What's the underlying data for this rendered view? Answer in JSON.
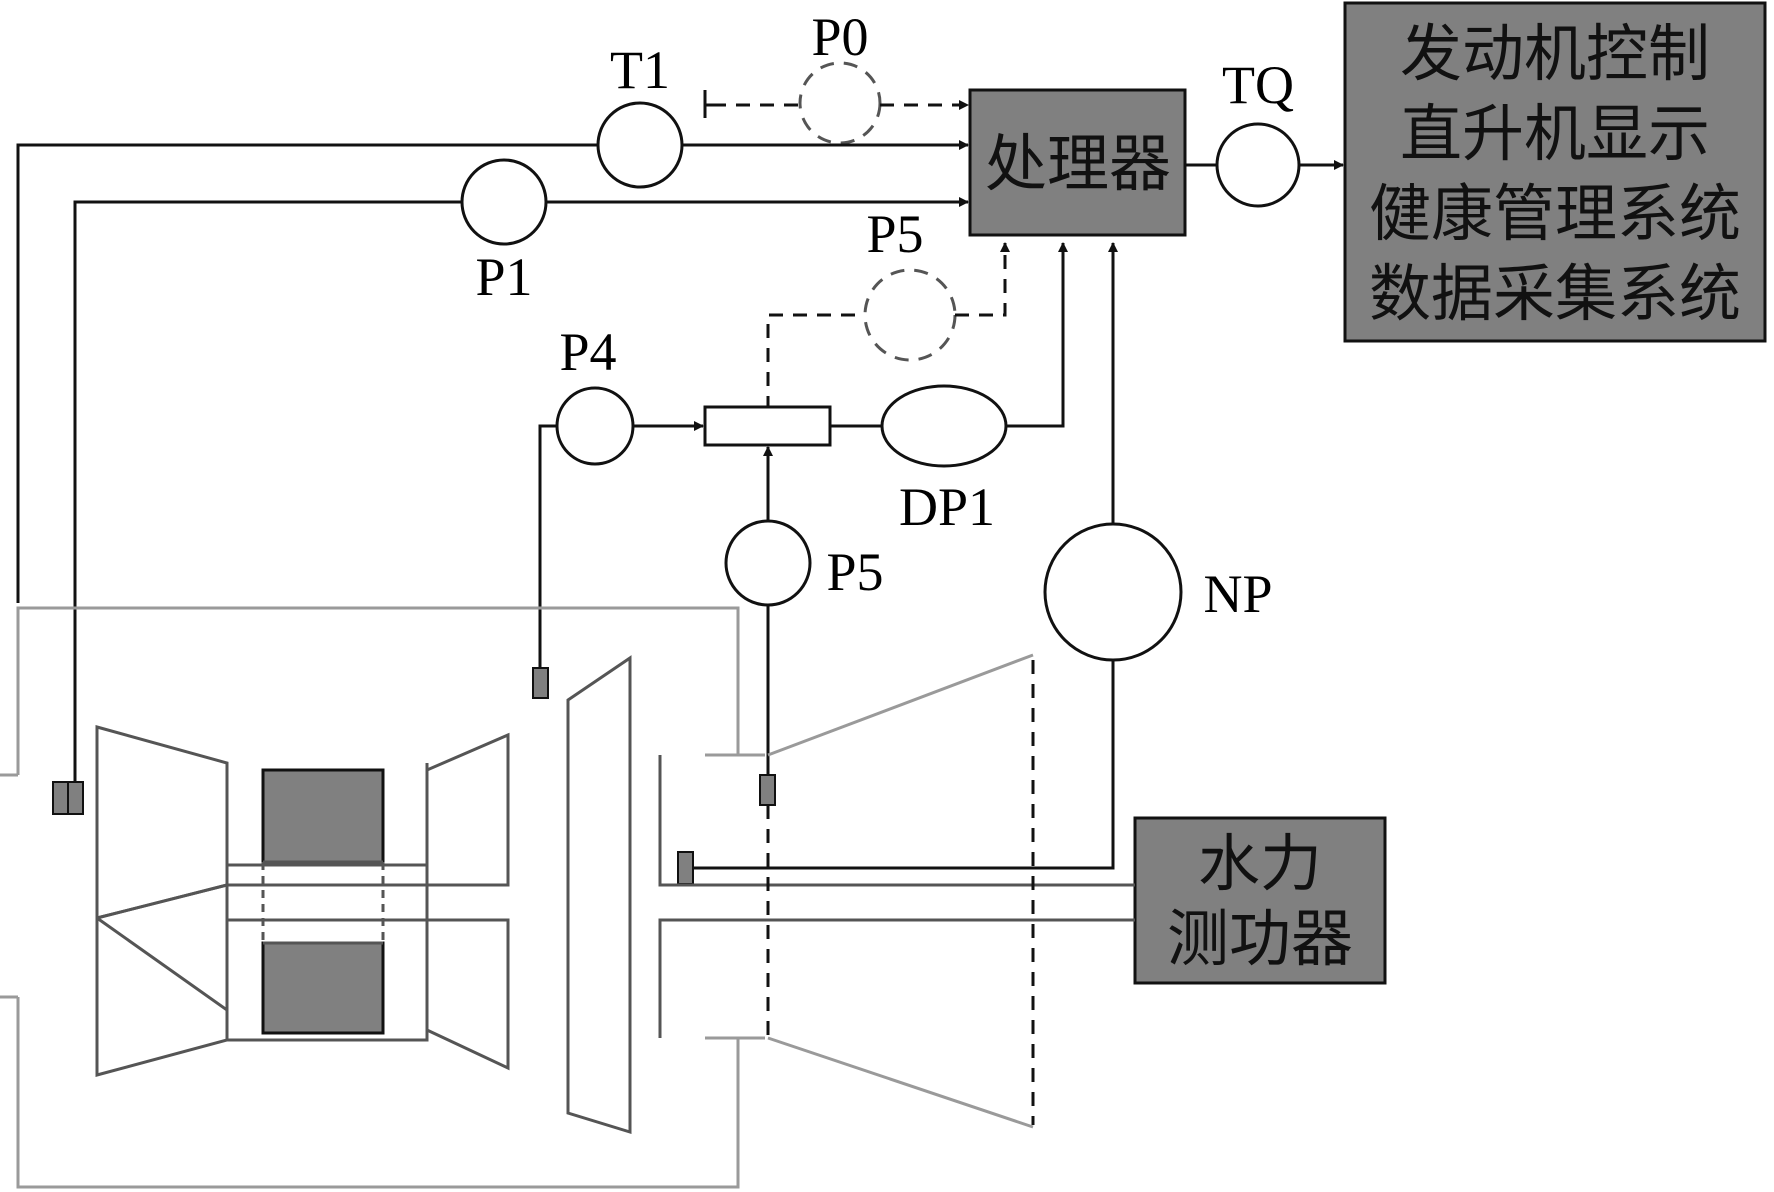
{
  "processor": {
    "label": "处理器"
  },
  "output_systems": {
    "lines": [
      "发动机控制",
      "直升机显示",
      "健康管理系统",
      "数据采集系统"
    ]
  },
  "dynamometer": {
    "lines": [
      "水力",
      "测功器"
    ]
  },
  "sensors": {
    "t1": "T1",
    "p0": "P0",
    "p1": "P1",
    "p5_top": "P5",
    "p4": "P4",
    "dp1": "DP1",
    "p5_bottom": "P5",
    "np": "NP",
    "tq": "TQ"
  },
  "colors": {
    "box_fill": "#808080",
    "line": "#111111",
    "engine_outline": "#9a9a9a"
  }
}
